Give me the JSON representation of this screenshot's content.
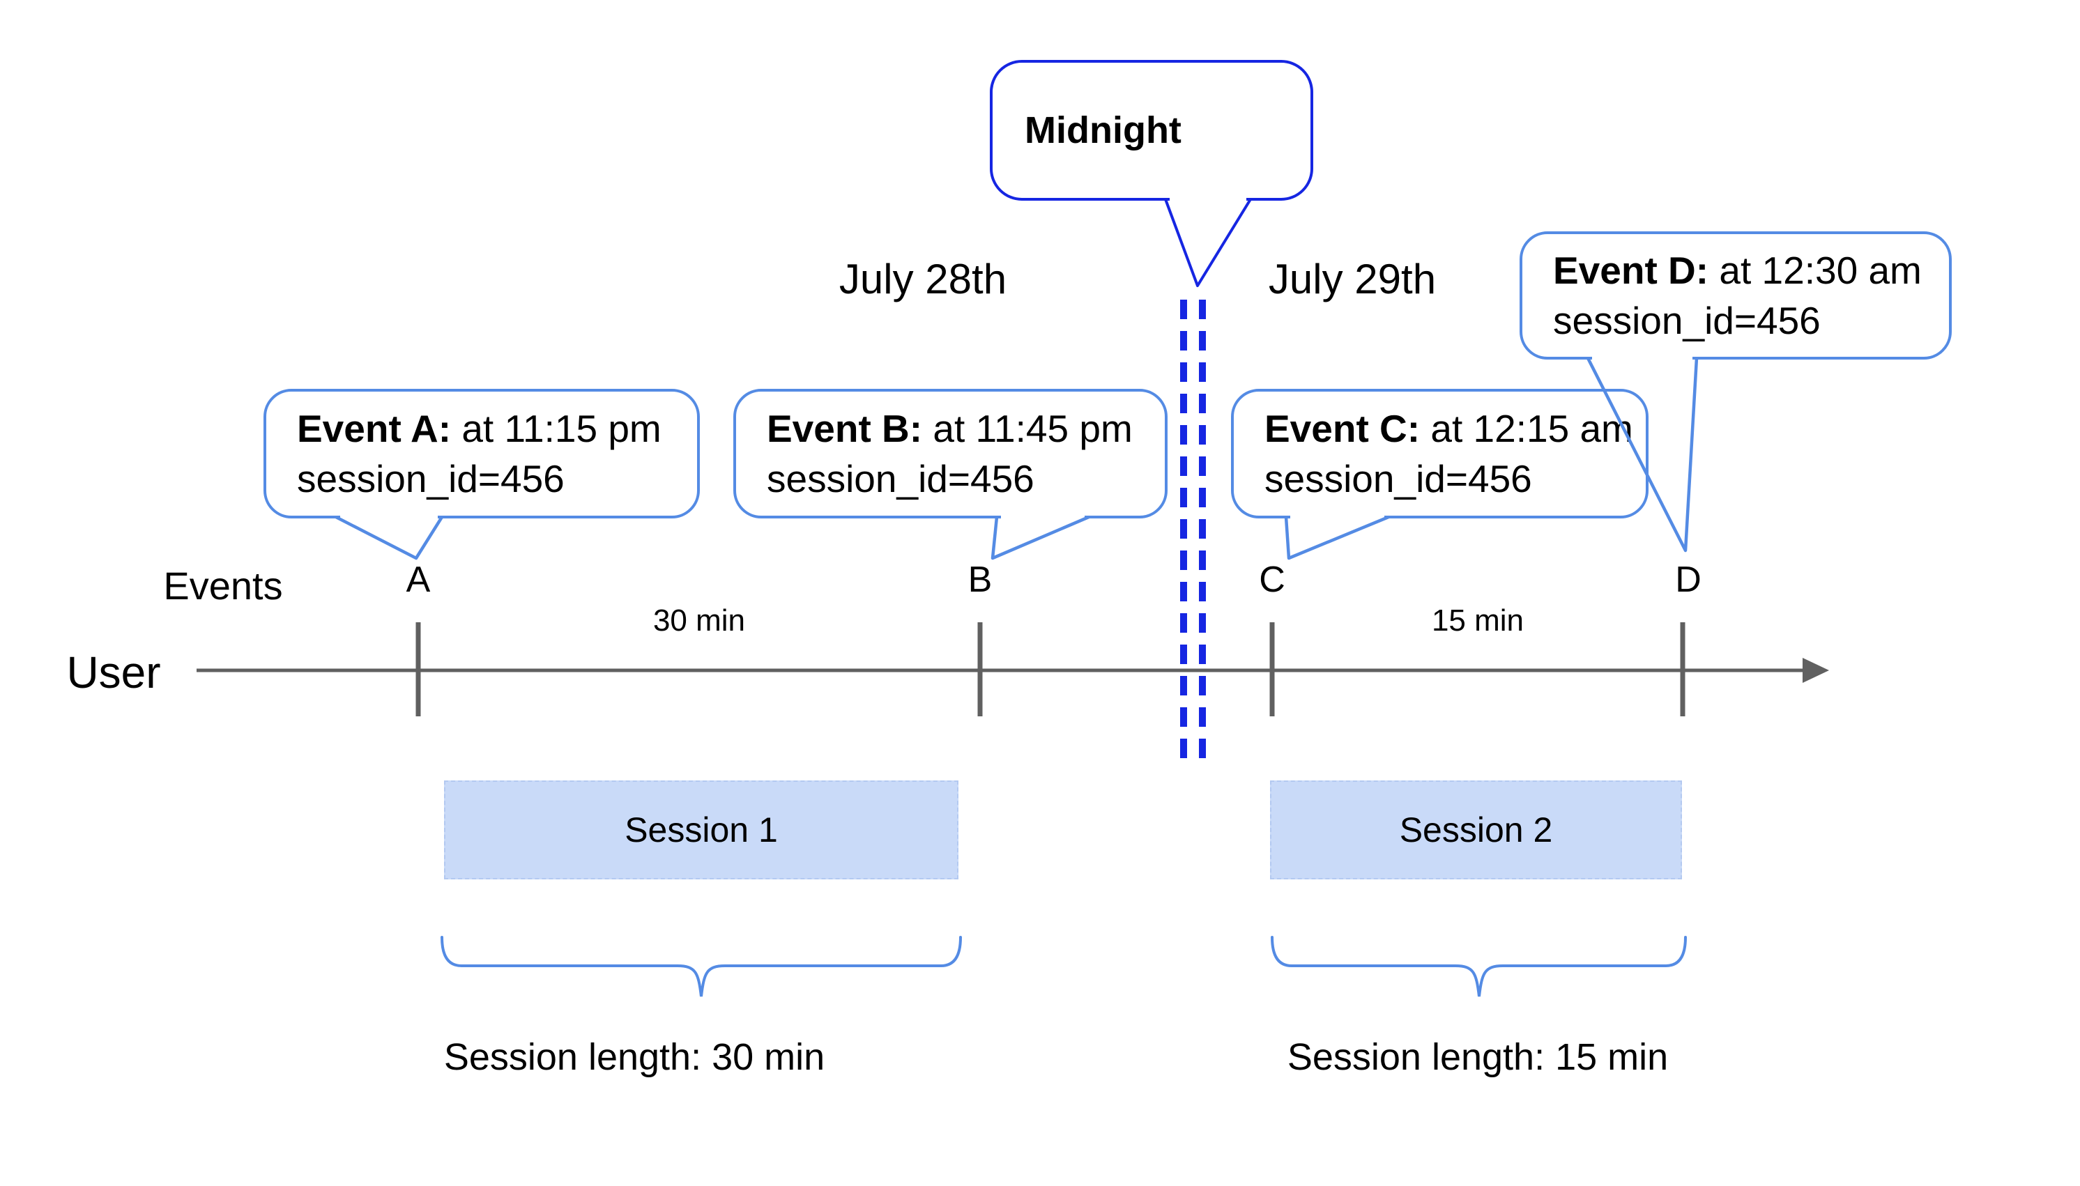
{
  "colors": {
    "callout_border": "#548be4",
    "midnight_blue": "#1626e2",
    "axis_gray": "#606060",
    "session_fill": "#c9daf8"
  },
  "midnight_callout": {
    "label": "Midnight"
  },
  "day_labels": {
    "before": "July 28th",
    "after": "July 29th"
  },
  "axis": {
    "events_label": "Events",
    "user_label": "User"
  },
  "event_callouts": [
    {
      "letter": "A",
      "title": "Event A:",
      "time": "at 11:15 pm",
      "session": "session_id=456"
    },
    {
      "letter": "B",
      "title": "Event B:",
      "time": "at 11:45 pm",
      "session": "session_id=456"
    },
    {
      "letter": "C",
      "title": "Event C:",
      "time": "at 12:15 am",
      "session": "session_id=456"
    },
    {
      "letter": "D",
      "title": "Event D:",
      "time": "at 12:30 am",
      "session": "session_id=456"
    }
  ],
  "intervals": [
    {
      "label": "30 min"
    },
    {
      "label": "15 min"
    }
  ],
  "sessions": [
    {
      "name": "Session 1",
      "length_label": "Session length: 30 min"
    },
    {
      "name": "Session 2",
      "length_label": "Session length: 15 min"
    }
  ]
}
